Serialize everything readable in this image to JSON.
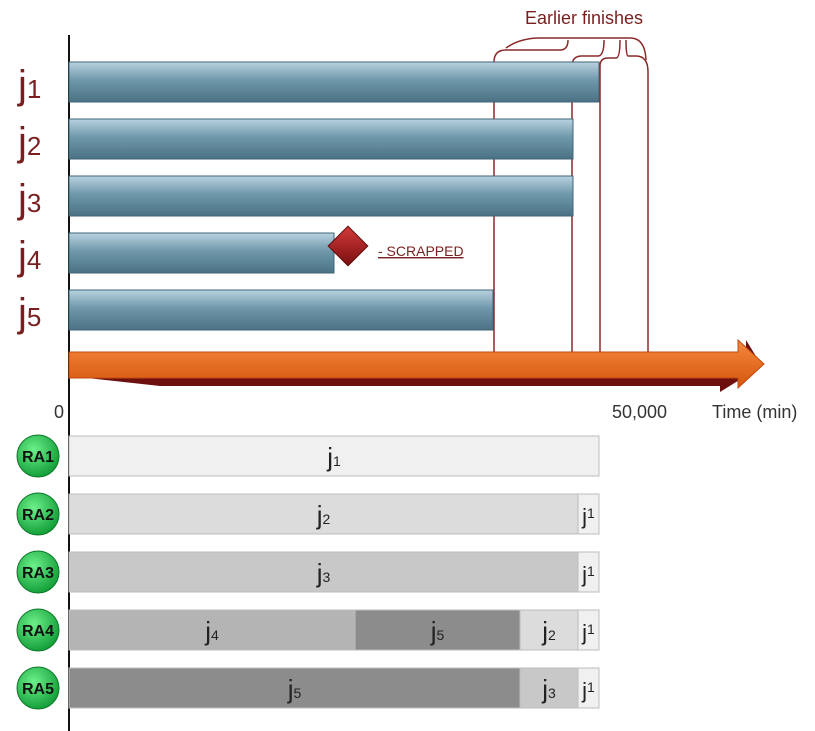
{
  "jobs": [
    {
      "letter": "j",
      "num": "1",
      "end": 1.0
    },
    {
      "letter": "j",
      "num": "2",
      "end": 0.95
    },
    {
      "letter": "j",
      "num": "3",
      "end": 0.95
    },
    {
      "letter": "j",
      "num": "4",
      "end": 0.5,
      "scrapped": true
    },
    {
      "letter": "j",
      "num": "5",
      "end": 0.8
    }
  ],
  "scrap_label": "- SCRAPPED",
  "callout": "Earlier finishes",
  "axis": {
    "zero": "0",
    "tick": "50,000",
    "unit": "Time (min)"
  },
  "resources": [
    {
      "name": "RA1",
      "segments": [
        {
          "letter": "j",
          "num": "1",
          "end": 1.0,
          "shade": "#f0f0f0"
        }
      ]
    },
    {
      "name": "RA2",
      "segments": [
        {
          "letter": "j",
          "num": "2",
          "end": 0.96,
          "shade": "#dcdcdc"
        },
        {
          "letter": "j",
          "num": "1",
          "end": 1.0,
          "shade": "#f0f0f0",
          "small": true
        }
      ]
    },
    {
      "name": "RA3",
      "segments": [
        {
          "letter": "j",
          "num": "3",
          "end": 0.96,
          "shade": "#c8c8c8"
        },
        {
          "letter": "j",
          "num": "1",
          "end": 1.0,
          "shade": "#f0f0f0",
          "small": true
        }
      ]
    },
    {
      "name": "RA4",
      "segments": [
        {
          "letter": "j",
          "num": "4",
          "end": 0.54,
          "shade": "#b4b4b4"
        },
        {
          "letter": "j",
          "num": "5",
          "end": 0.85,
          "shade": "#8c8c8c"
        },
        {
          "letter": "j",
          "num": "2",
          "end": 0.96,
          "shade": "#dcdcdc"
        },
        {
          "letter": "j",
          "num": "1",
          "end": 1.0,
          "shade": "#f0f0f0",
          "small": true
        }
      ]
    },
    {
      "name": "RA5",
      "segments": [
        {
          "letter": "j",
          "num": "5",
          "end": 0.85,
          "shade": "#8c8c8c"
        },
        {
          "letter": "j",
          "num": "3",
          "end": 0.96,
          "shade": "#c8c8c8"
        },
        {
          "letter": "j",
          "num": "1",
          "end": 1.0,
          "shade": "#f0f0f0",
          "small": true
        }
      ]
    }
  ],
  "colors": {
    "job_bar": "#5b8496",
    "job_bar_light": "#a9c5d3",
    "arrow": "#e8651c",
    "arrow_dark": "#6e1010",
    "callout": "#8b2a2a",
    "diamond": "#9e1b1b",
    "ra_circle": "#22c24a"
  }
}
